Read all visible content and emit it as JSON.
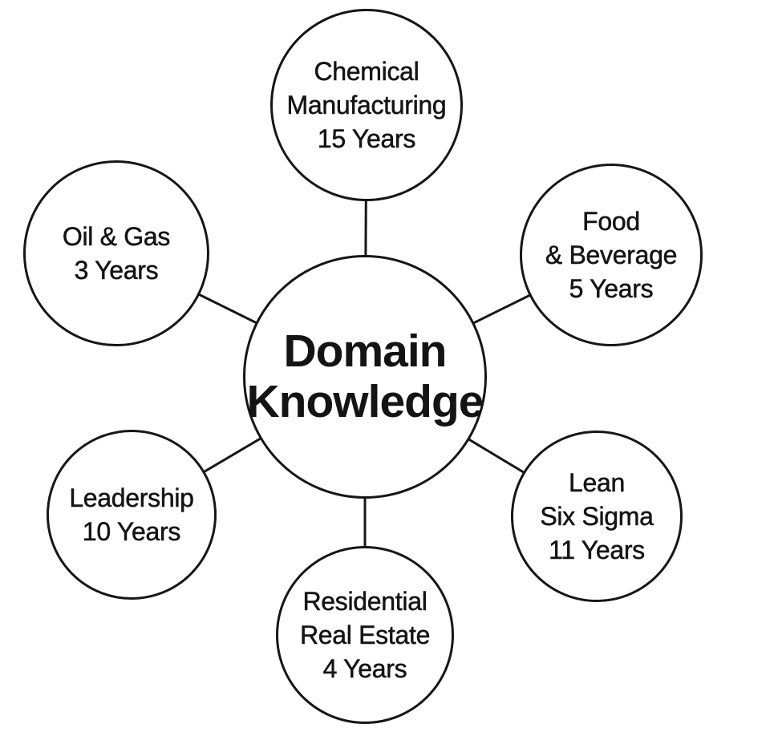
{
  "diagram": {
    "hub": {
      "lines": [
        "Domain",
        "Knowledge"
      ]
    },
    "nodes": [
      {
        "name": "chemical-manufacturing",
        "lines": [
          "Chemical",
          "Manufacturing",
          "15 Years"
        ]
      },
      {
        "name": "food-beverage",
        "lines": [
          "Food",
          "& Beverage",
          "5 Years"
        ]
      },
      {
        "name": "lean-six-sigma",
        "lines": [
          "Lean",
          "Six Sigma",
          "11 Years"
        ]
      },
      {
        "name": "residential-real-estate",
        "lines": [
          "Residential",
          "Real Estate",
          "4 Years"
        ]
      },
      {
        "name": "leadership",
        "lines": [
          "Leadership",
          "10 Years"
        ]
      },
      {
        "name": "oil-and-gas",
        "lines": [
          "Oil & Gas",
          "3 Years"
        ]
      }
    ],
    "colors": {
      "stroke": "#161616",
      "text": "#141414",
      "background": "#ffffff"
    }
  }
}
